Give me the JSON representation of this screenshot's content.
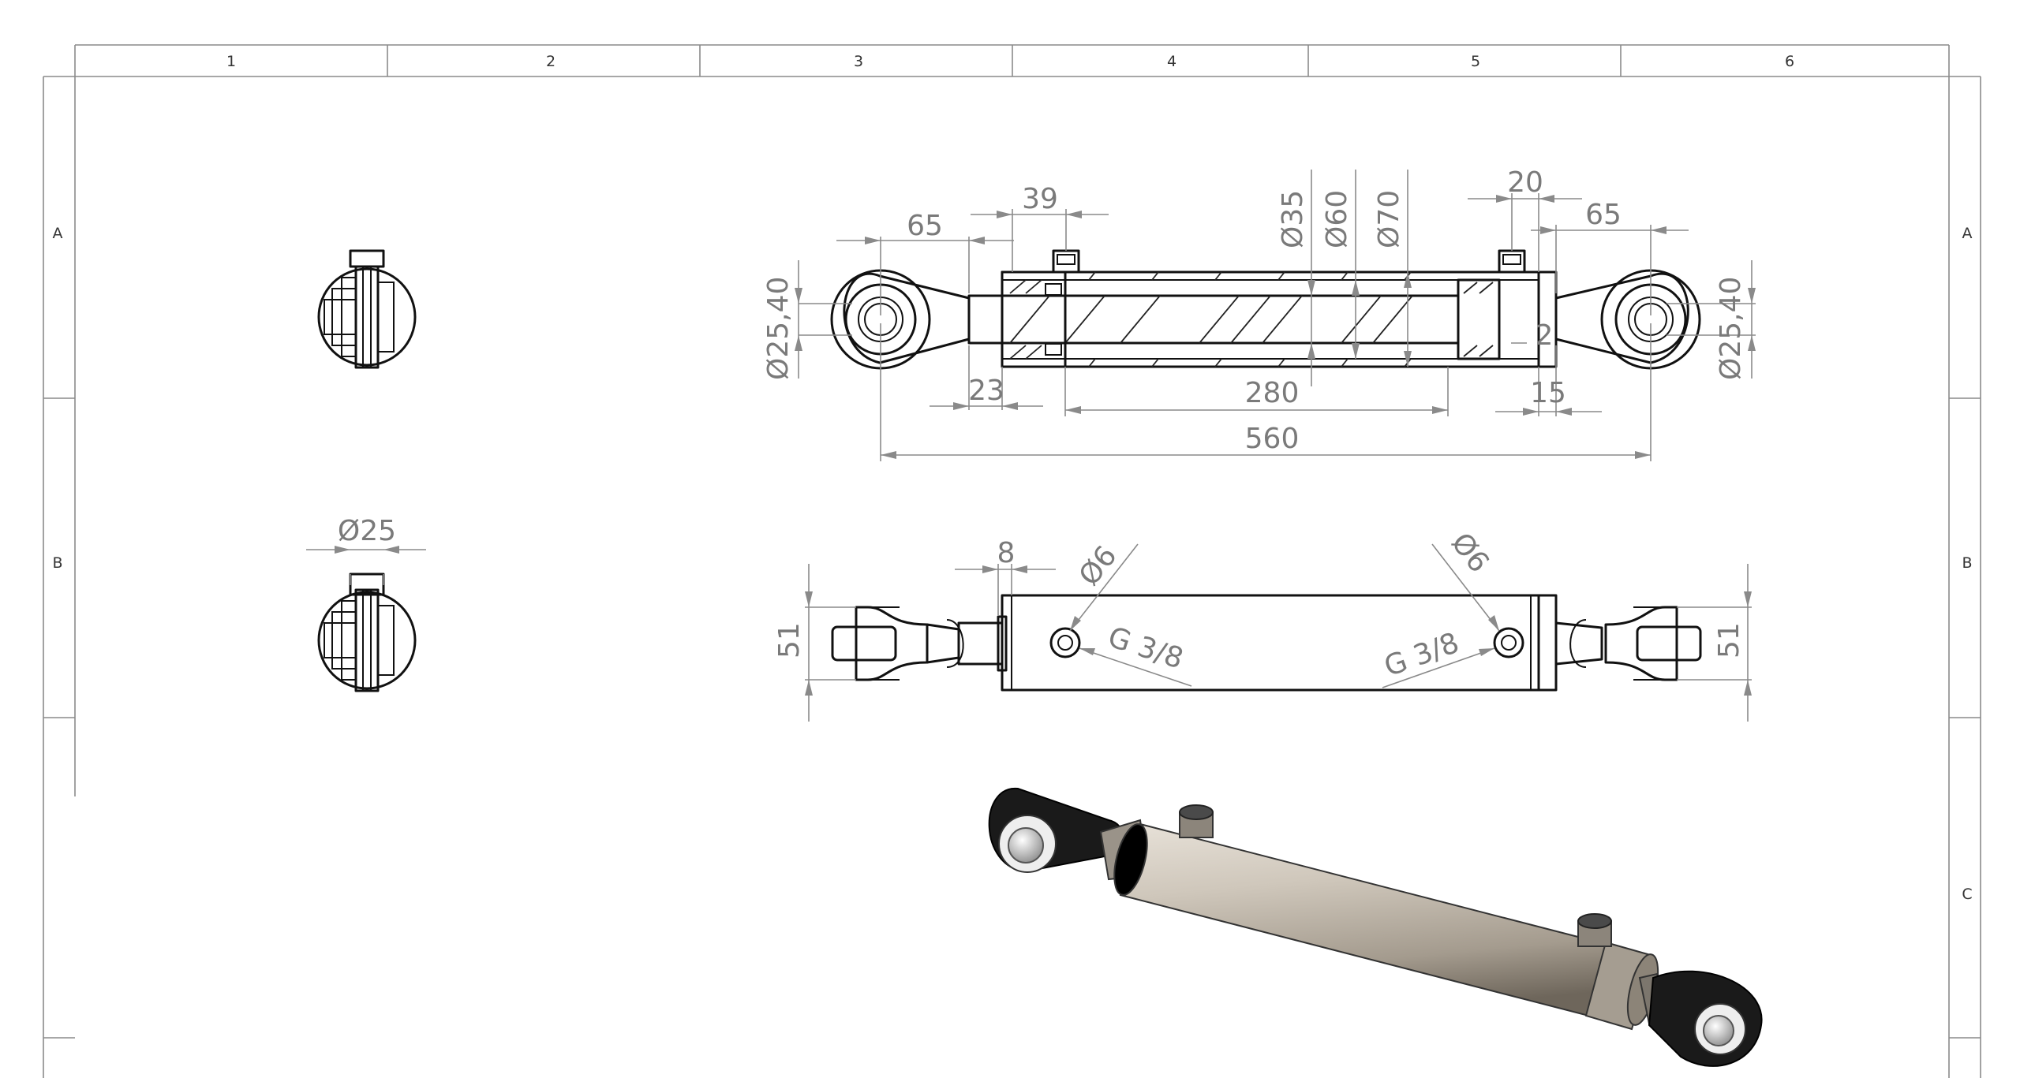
{
  "sheet": {
    "columns": [
      "1",
      "2",
      "3",
      "4",
      "5",
      "6"
    ],
    "rows": [
      "A",
      "B",
      "C"
    ]
  },
  "section_view": {
    "dia_rod": "Ø35",
    "dia_bore": "Ø60",
    "dia_outer": "Ø70",
    "left_eye_offset": "65",
    "left_port_offset": "39",
    "right_port_offset": "20",
    "right_eye_offset": "65",
    "left_eye_dia": "Ø25,40",
    "right_eye_dia": "Ø25,40",
    "left_gland": "23",
    "stroke": "280",
    "end_cap": "15",
    "chamfer": "2",
    "overall_length": "560"
  },
  "side_view_b": {
    "port_width": "8",
    "left_port_dia": "Ø6",
    "right_port_dia": "Ø6",
    "left_thread": "G 3/8",
    "right_thread": "G 3/8",
    "left_eye_height": "51",
    "right_eye_height": "51"
  },
  "end_view": {
    "pin_dia": "Ø25"
  },
  "colors": {
    "line": "#111111",
    "dimension": "#8a8a8a",
    "body_metal": "#c9c1b6",
    "eye_black": "#1a1a1a"
  }
}
